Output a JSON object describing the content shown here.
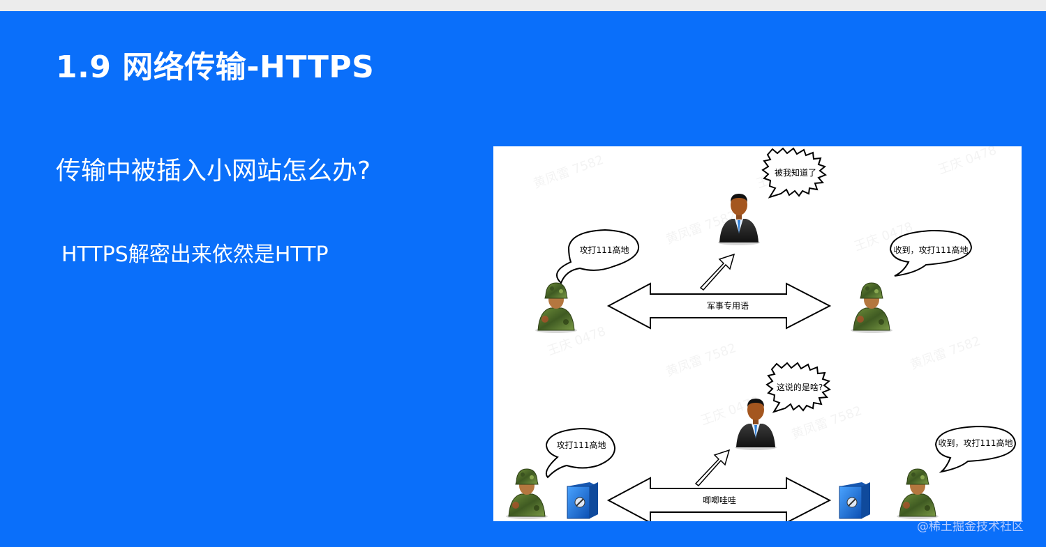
{
  "slide": {
    "title": "1.9 网络传输-HTTPS",
    "question": "传输中被插入小网站怎么办?",
    "subtext": "HTTPS解密出来依然是HTTP",
    "background_color": "#0a6ffa"
  },
  "diagram": {
    "top": {
      "eavesdropper_bubble": "被我知道了",
      "left_bubble": "攻打111高地",
      "right_bubble": "收到，攻打111高地",
      "arrow_label": "军事专用语"
    },
    "bottom": {
      "eavesdropper_bubble": "这说的是啥?",
      "left_bubble": "攻打111高地",
      "right_bubble": "收到，攻打111高地",
      "arrow_label": "唧唧哇哇"
    }
  },
  "footer": {
    "watermark": "@稀土掘金技术社区"
  },
  "icons": [
    "soldier-icon",
    "businessman-icon",
    "safe-icon",
    "double-arrow-icon",
    "up-arrow-icon"
  ]
}
